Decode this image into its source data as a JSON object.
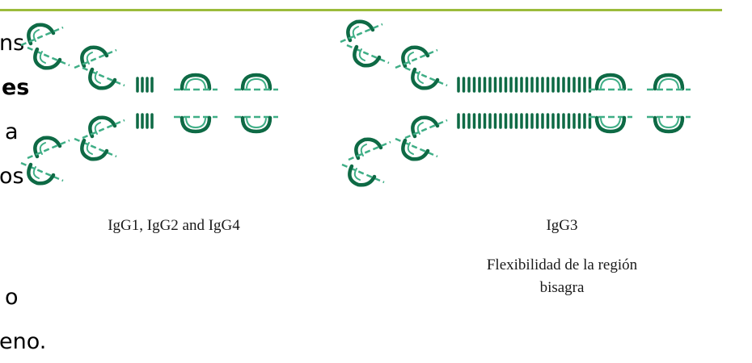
{
  "slide_text_fragments": [
    "ns",
    "es",
    "a",
    "os",
    "o",
    "eno."
  ],
  "diagrams": {
    "left_caption": "IgG1, IgG2 and IgG4",
    "right_caption": "IgG3",
    "right_subcaption": "Flexibilidad de la región bisagra"
  },
  "colors": {
    "accent_rule": "#9bbb3b",
    "antibody_dark": "#0e6a45",
    "antibody_light": "#3fae86"
  }
}
